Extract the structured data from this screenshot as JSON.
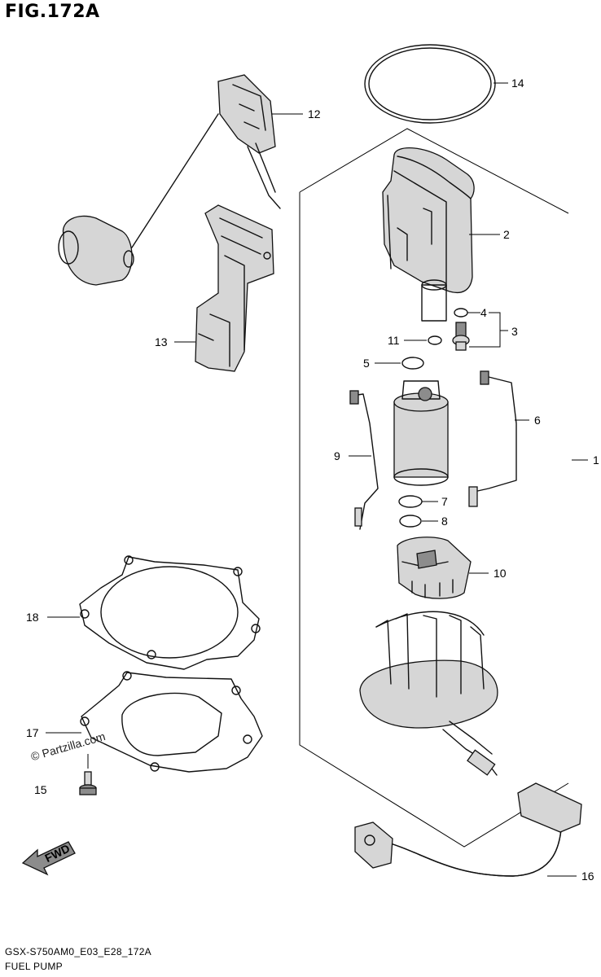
{
  "figure": {
    "title": "FIG.172A",
    "code": "GSX-S750AM0_E03_E28_172A",
    "caption": "FUEL PUMP",
    "watermark": "© Partzilla.com",
    "fwd_label": "FWD"
  },
  "callouts": [
    "1",
    "2",
    "3",
    "4",
    "5",
    "6",
    "7",
    "8",
    "9",
    "10",
    "11",
    "12",
    "13",
    "14",
    "15",
    "16",
    "17",
    "18"
  ]
}
